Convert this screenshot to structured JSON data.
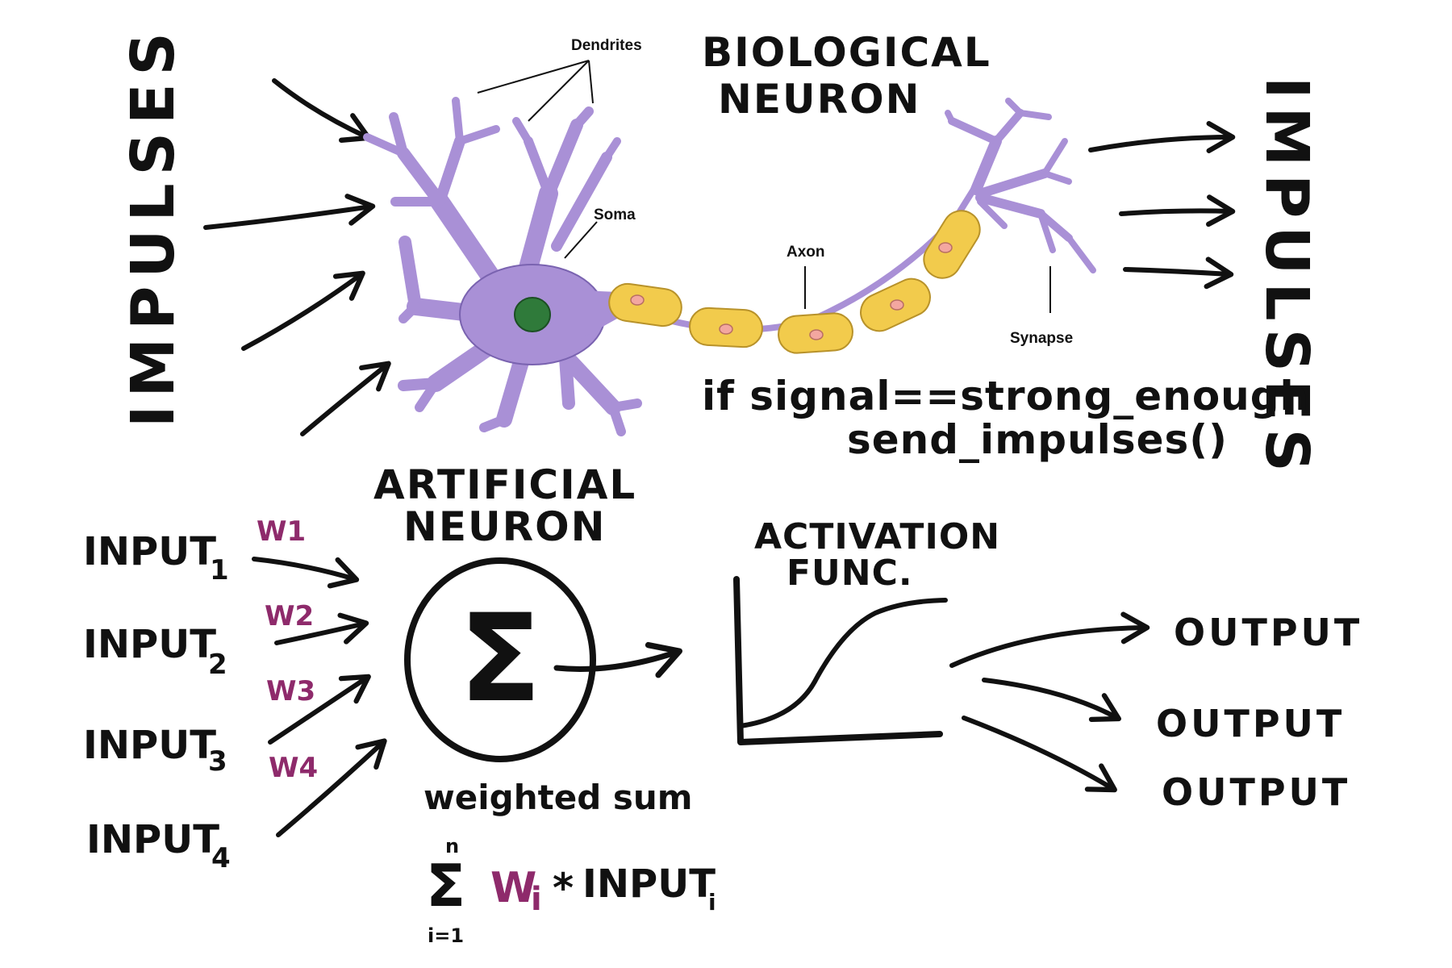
{
  "biological": {
    "title_line1": "BIOLOGICAL",
    "title_line2": "NEURON",
    "impulses_left": "IMPULSES",
    "impulses_right": "IMPULSES",
    "labels": {
      "dendrites": "Dendrites",
      "soma": "Soma",
      "axon": "Axon",
      "synapse": "Synapse"
    },
    "code_line1": "if signal==strong_enough",
    "code_line2": "send_impulses()"
  },
  "artificial": {
    "title_line1": "ARTIFICIAL",
    "title_line2": "NEURON",
    "sigma": "Σ",
    "inputs": [
      {
        "label": "INPUT",
        "sub": "1",
        "weight": "W1"
      },
      {
        "label": "INPUT",
        "sub": "2",
        "weight": "W2"
      },
      {
        "label": "INPUT",
        "sub": "3",
        "weight": "W3"
      },
      {
        "label": "INPUT",
        "sub": "4",
        "weight": "W4"
      }
    ],
    "weighted_sum_label": "weighted sum",
    "formula": {
      "sigma": "Σ",
      "upper": "n",
      "lower": "i=1",
      "w": "W",
      "w_sub": "i",
      "times": "*",
      "input": "INPUT",
      "input_sub": "i"
    },
    "activation_line1": "ACTIVATION",
    "activation_line2": "FUNC.",
    "outputs": [
      "OUTPUT",
      "OUTPUT",
      "OUTPUT"
    ]
  },
  "colors": {
    "ink": "#111111",
    "neuron": "#a990d6",
    "neuron_stroke": "#7a63b0",
    "myelin": "#f2cb4c",
    "myelin_stroke": "#b8922a",
    "node_pink": "#f3a7a0",
    "nucleus": "#2f7a3a",
    "weight": "#8e2a6b"
  }
}
